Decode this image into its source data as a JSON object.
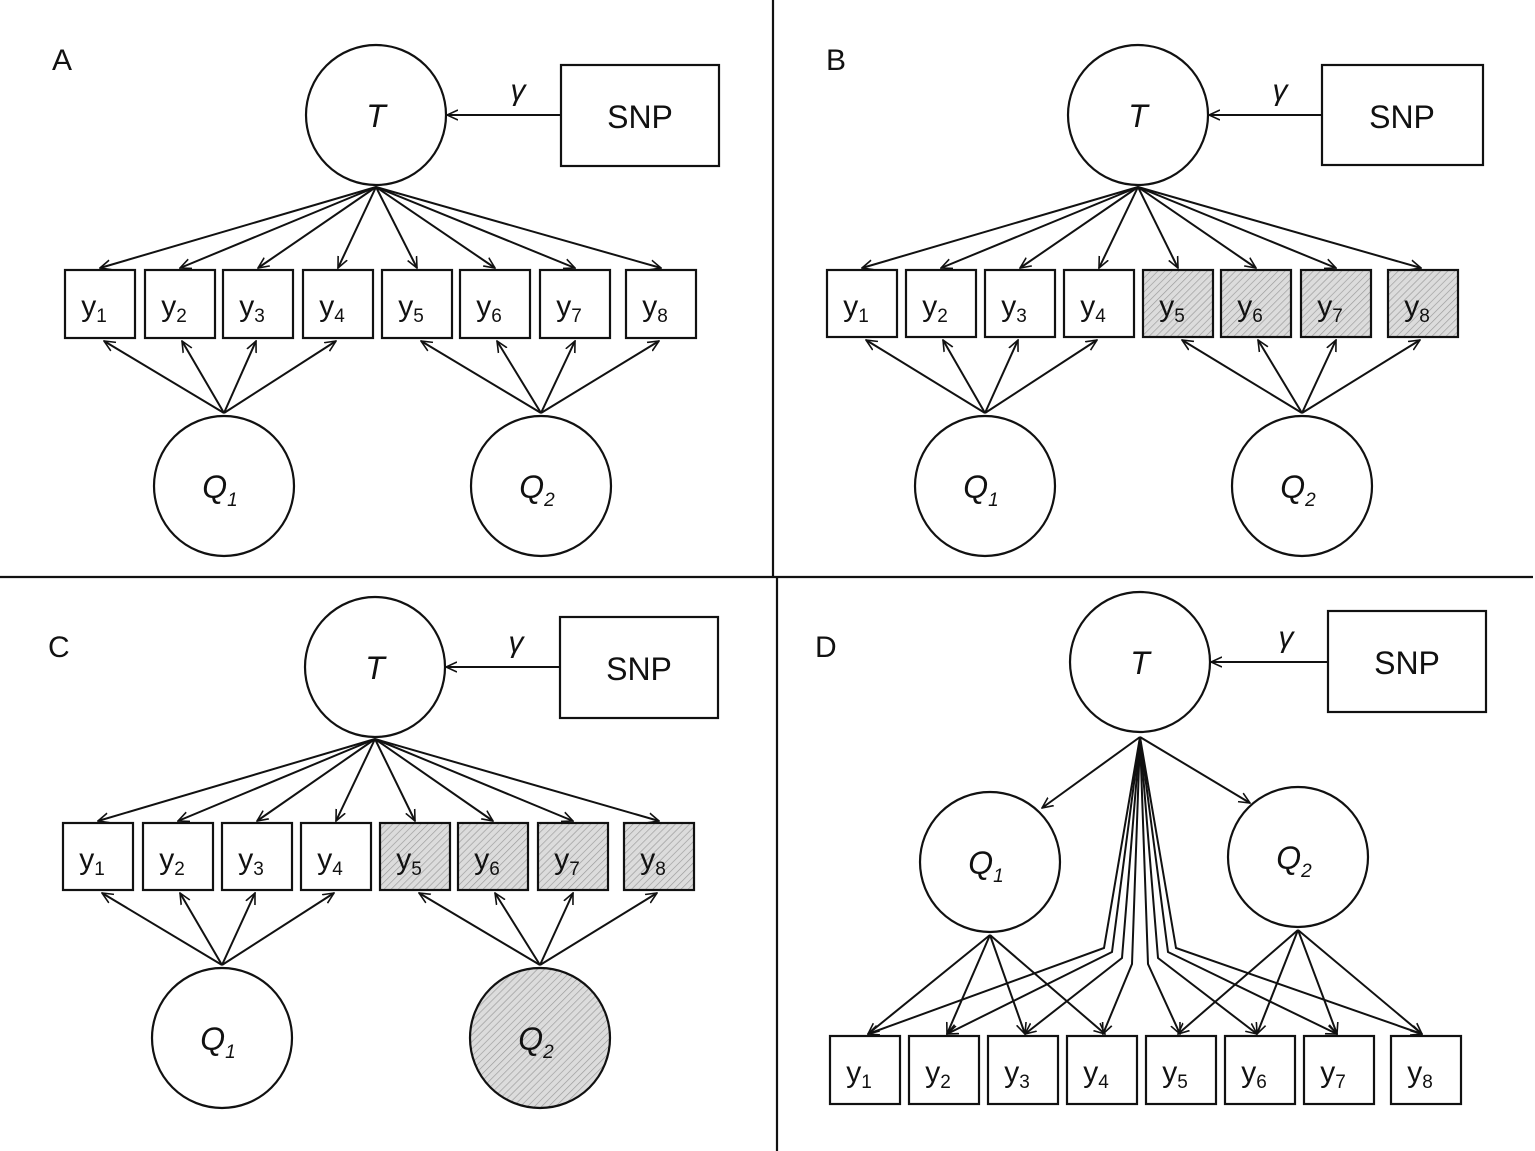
{
  "colors": {
    "line": "#111111",
    "hatch_fill": "#d9d9d9"
  },
  "panels": [
    {
      "label": "A",
      "snp_label": "SNP",
      "gamma_label": "γ",
      "top_factor": {
        "letter": "T"
      },
      "group_factors": [
        {
          "letter": "Q",
          "sub": "1",
          "hatched": false
        },
        {
          "letter": "Q",
          "sub": "2",
          "hatched": false
        }
      ],
      "indicators": [
        {
          "letter": "y",
          "sub": "1",
          "hatched": false
        },
        {
          "letter": "y",
          "sub": "2",
          "hatched": false
        },
        {
          "letter": "y",
          "sub": "3",
          "hatched": false
        },
        {
          "letter": "y",
          "sub": "4",
          "hatched": false
        },
        {
          "letter": "y",
          "sub": "5",
          "hatched": false
        },
        {
          "letter": "y",
          "sub": "6",
          "hatched": false
        },
        {
          "letter": "y",
          "sub": "7",
          "hatched": false
        },
        {
          "letter": "y",
          "sub": "8",
          "hatched": false
        }
      ]
    },
    {
      "label": "B",
      "snp_label": "SNP",
      "gamma_label": "γ",
      "top_factor": {
        "letter": "T"
      },
      "group_factors": [
        {
          "letter": "Q",
          "sub": "1",
          "hatched": false
        },
        {
          "letter": "Q",
          "sub": "2",
          "hatched": false
        }
      ],
      "indicators": [
        {
          "letter": "y",
          "sub": "1",
          "hatched": false
        },
        {
          "letter": "y",
          "sub": "2",
          "hatched": false
        },
        {
          "letter": "y",
          "sub": "3",
          "hatched": false
        },
        {
          "letter": "y",
          "sub": "4",
          "hatched": false
        },
        {
          "letter": "y",
          "sub": "5",
          "hatched": true
        },
        {
          "letter": "y",
          "sub": "6",
          "hatched": true
        },
        {
          "letter": "y",
          "sub": "7",
          "hatched": true
        },
        {
          "letter": "y",
          "sub": "8",
          "hatched": true
        }
      ]
    },
    {
      "label": "C",
      "snp_label": "SNP",
      "gamma_label": "γ",
      "top_factor": {
        "letter": "T"
      },
      "group_factors": [
        {
          "letter": "Q",
          "sub": "1",
          "hatched": false
        },
        {
          "letter": "Q",
          "sub": "2",
          "hatched": true
        }
      ],
      "indicators": [
        {
          "letter": "y",
          "sub": "1",
          "hatched": false
        },
        {
          "letter": "y",
          "sub": "2",
          "hatched": false
        },
        {
          "letter": "y",
          "sub": "3",
          "hatched": false
        },
        {
          "letter": "y",
          "sub": "4",
          "hatched": false
        },
        {
          "letter": "y",
          "sub": "5",
          "hatched": true
        },
        {
          "letter": "y",
          "sub": "6",
          "hatched": true
        },
        {
          "letter": "y",
          "sub": "7",
          "hatched": true
        },
        {
          "letter": "y",
          "sub": "8",
          "hatched": true
        }
      ]
    },
    {
      "label": "D",
      "snp_label": "SNP",
      "gamma_label": "γ",
      "top_factor": {
        "letter": "T"
      },
      "group_factors": [
        {
          "letter": "Q",
          "sub": "1",
          "hatched": false
        },
        {
          "letter": "Q",
          "sub": "2",
          "hatched": false
        }
      ],
      "indicators": [
        {
          "letter": "y",
          "sub": "1",
          "hatched": false
        },
        {
          "letter": "y",
          "sub": "2",
          "hatched": false
        },
        {
          "letter": "y",
          "sub": "3",
          "hatched": false
        },
        {
          "letter": "y",
          "sub": "4",
          "hatched": false
        },
        {
          "letter": "y",
          "sub": "5",
          "hatched": false
        },
        {
          "letter": "y",
          "sub": "6",
          "hatched": false
        },
        {
          "letter": "y",
          "sub": "7",
          "hatched": false
        },
        {
          "letter": "y",
          "sub": "8",
          "hatched": false
        }
      ]
    }
  ]
}
